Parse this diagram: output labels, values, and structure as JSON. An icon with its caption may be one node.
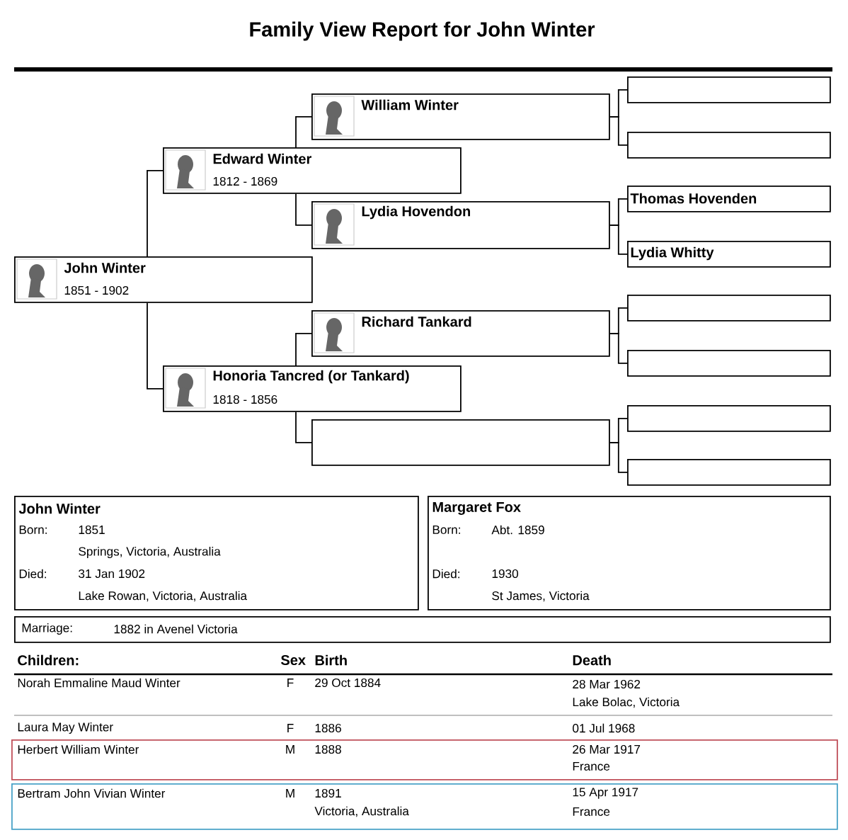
{
  "diagram": {
    "title": "Family View Report for John Winter",
    "nodes": [
      {
        "text": [
          "John Winter",
          "1851 - 1902"
        ]
      },
      {
        "text": [
          "Edward Winter",
          "1812 - 1869"
        ]
      },
      {
        "text": [
          "Honoria Tancred (or Tankard)",
          "1818 - 1856"
        ]
      },
      {
        "text": [
          "William Winter"
        ]
      },
      {
        "text": [
          "Lydia Hovendon"
        ]
      },
      {
        "text": [
          "Richard Tankard"
        ]
      },
      {
        "text": [],
        "shape": "box"
      },
      {
        "text": [],
        "shape": "box"
      },
      {
        "text": [],
        "shape": "box"
      },
      {
        "text": [
          "Thomas Hovenden"
        ]
      },
      {
        "text": [
          "Lydia Whitty"
        ]
      },
      {
        "text": [],
        "shape": "box"
      },
      {
        "text": [],
        "shape": "box"
      },
      {
        "text": [],
        "shape": "box"
      },
      {
        "text": [],
        "shape": "box"
      },
      {
        "text": [
          "John Winter",
          "Born:",
          "1851",
          "Springs, Victoria, Australia",
          "Died:",
          "31 Jan 1902",
          "Lake Rowan, Victoria, Australia"
        ]
      },
      {
        "text": [
          "Margaret Fox",
          "Born:",
          "Abt. 1859",
          "Died:",
          "1930",
          "St James, Victoria"
        ]
      },
      {
        "text": [
          "Marriage:",
          "1882 in Avenel Victoria"
        ]
      },
      {
        "text": [
          "Herbert William Winter",
          "M",
          "1888",
          "26 Mar 1917",
          "France"
        ]
      },
      {
        "text": [
          "Bertram John Vivian Winter",
          "M",
          "1891",
          "Victoria, Australia",
          "15 Apr 1917",
          "France"
        ]
      }
    ],
    "edges": [
      {
        "from": 0,
        "to": 1,
        "arrow": "none"
      },
      {
        "from": 0,
        "to": 2,
        "arrow": "none"
      },
      {
        "from": 1,
        "to": 3,
        "arrow": "none"
      },
      {
        "from": 1,
        "to": 4,
        "arrow": "none"
      },
      {
        "from": 2,
        "to": 5,
        "arrow": "none"
      },
      {
        "from": 2,
        "to": 6,
        "arrow": "none"
      },
      {
        "from": 3,
        "to": 7,
        "arrow": "none"
      },
      {
        "from": 3,
        "to": 8,
        "arrow": "none"
      },
      {
        "from": 4,
        "to": 9,
        "arrow": "none"
      },
      {
        "from": 4,
        "to": 10,
        "arrow": "none"
      },
      {
        "from": 5,
        "to": 11,
        "arrow": "none"
      },
      {
        "from": 5,
        "to": 12,
        "arrow": "none"
      },
      {
        "from": 6,
        "to": 13,
        "arrow": "none"
      },
      {
        "from": 6,
        "to": 14,
        "arrow": "none"
      }
    ],
    "labels": [
      "Children:",
      "Sex",
      "Birth",
      "Death",
      "Norah Emmaline Maud Winter",
      "F",
      "29 Oct 1884",
      "28 Mar 1962",
      "Lake Bolac, Victoria",
      "Laura May Winter",
      "F",
      "1886",
      "01 Jul 1968"
    ]
  }
}
